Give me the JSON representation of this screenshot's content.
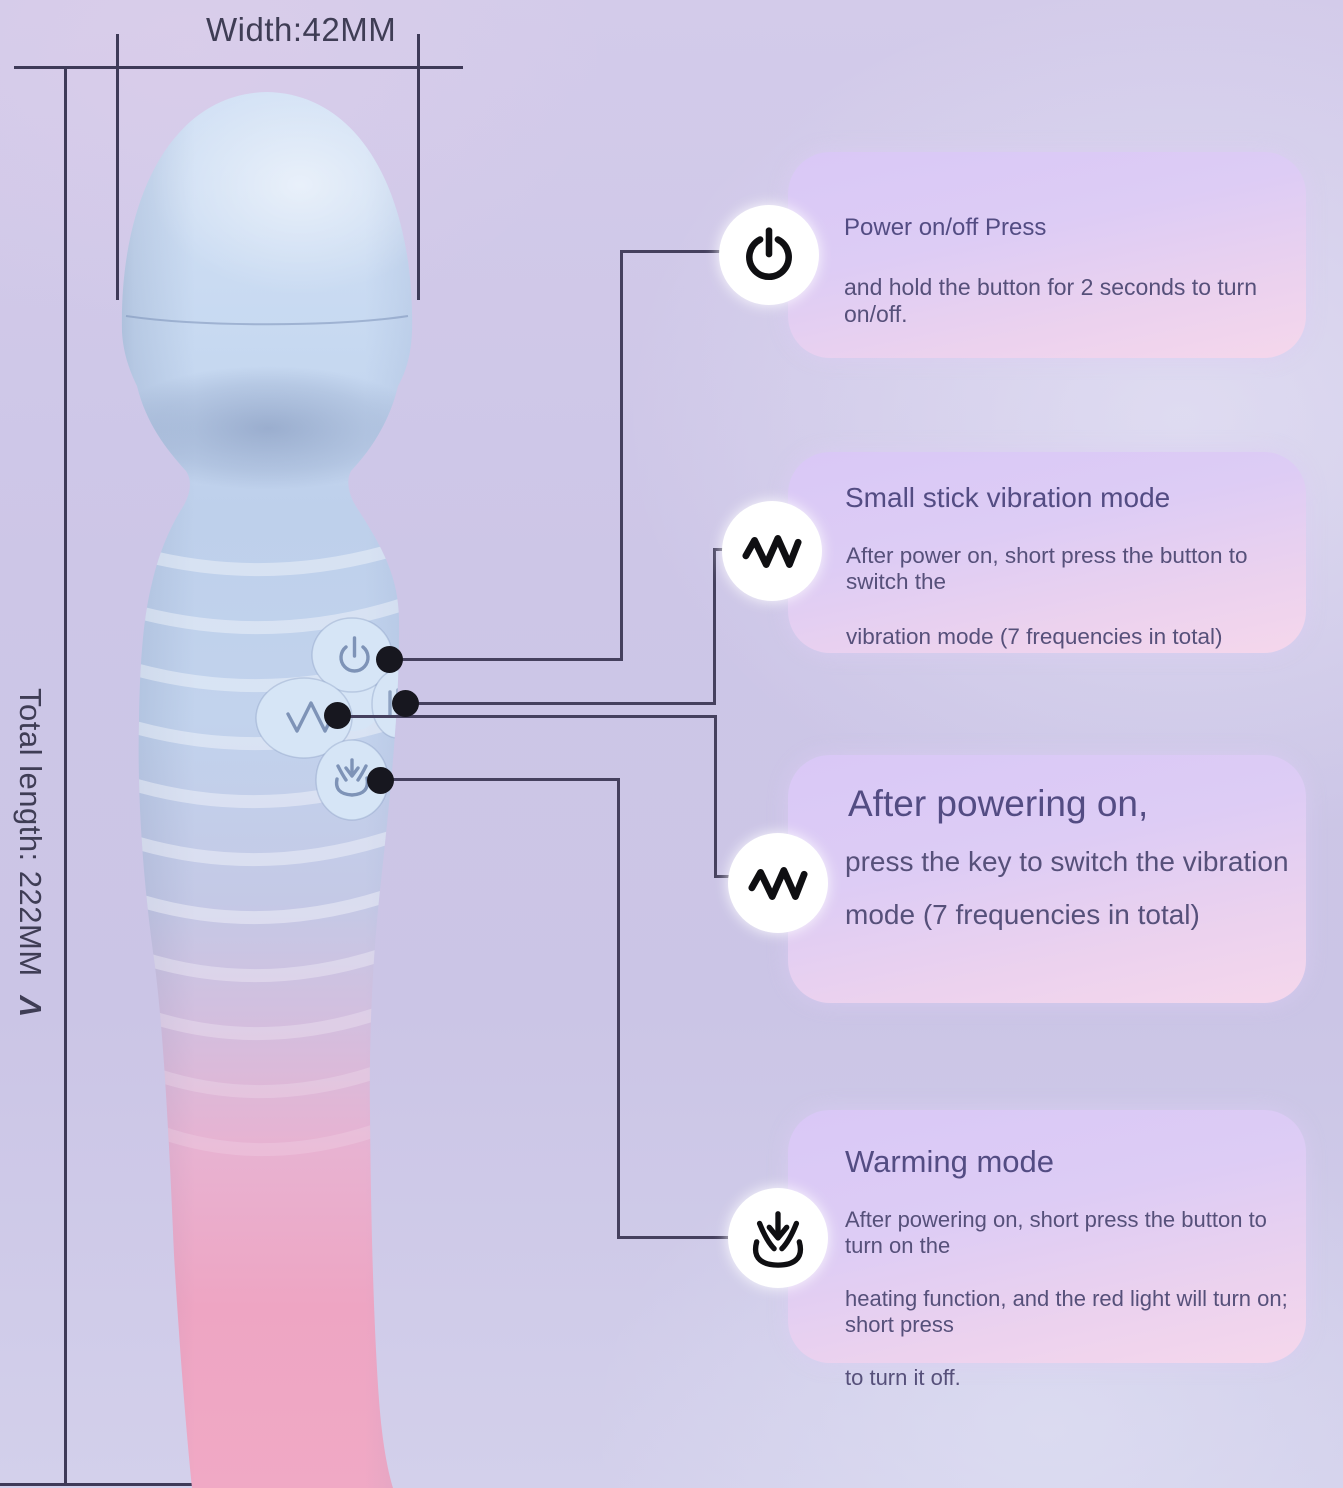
{
  "dimensions": {
    "width_label": "Width:42MM",
    "length_label": "Total length: 222MM",
    "length_mark": "Λ"
  },
  "device": {
    "name": "wand-massager",
    "buttons": [
      "power-button",
      "vibration-button",
      "mode-button",
      "warming-button"
    ]
  },
  "callouts": [
    {
      "icon": "power-icon",
      "title": "Power on/off Press",
      "lines": [
        "and hold the button for 2 seconds to turn on/off."
      ]
    },
    {
      "icon": "vibration-wave-icon",
      "title": "Small stick vibration mode",
      "lines": [
        "After power on, short press the button to switch the",
        "vibration mode (7 frequencies in total)"
      ]
    },
    {
      "icon": "vibration-wave-icon",
      "title": "After powering on,",
      "lines": [
        "press the key to switch the vibration",
        "mode (7 frequencies in total)"
      ]
    },
    {
      "icon": "heat-icon",
      "title": "Warming mode",
      "lines": [
        "After powering on, short press the button to turn on the",
        "heating function, and the red light will turn on; short press",
        "to turn it off."
      ]
    }
  ],
  "colors": {
    "background": "#cdc6e7",
    "callout_top": "#d9c8f6",
    "callout_bottom": "#f5d7ec",
    "connector": "#45405e",
    "title_text": "#534c83",
    "body_text": "#56507a",
    "dimension_text": "#3f3d55",
    "device_blue": "#c2d5ee",
    "device_pink": "#efa7c4"
  }
}
